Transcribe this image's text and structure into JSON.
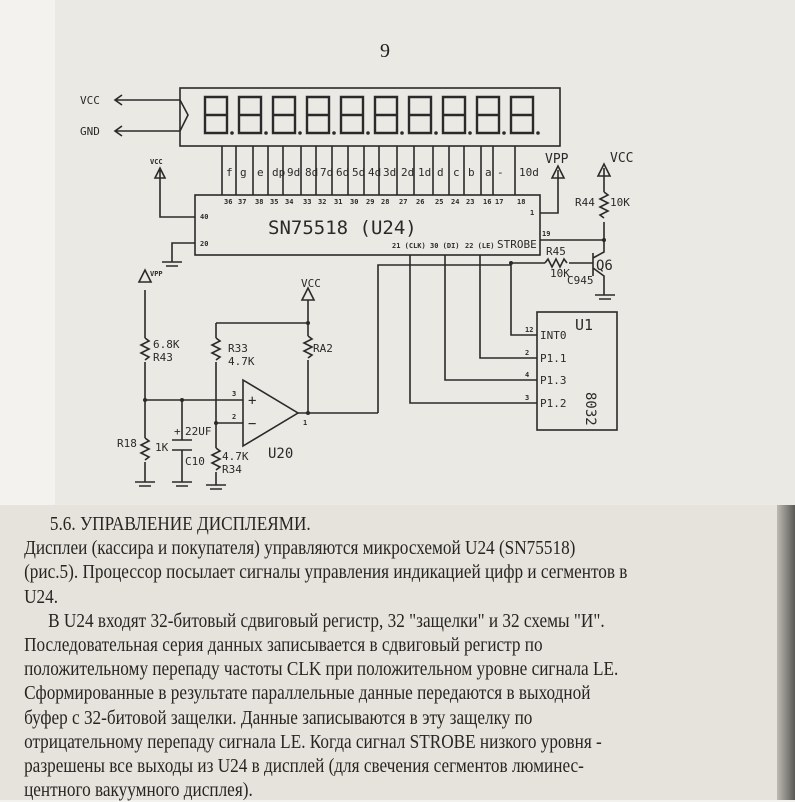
{
  "page_number": "9",
  "schematic": {
    "display": {
      "vcc": "VCC",
      "gnd": "GND",
      "digit_count": 10
    },
    "pin_labels": [
      "f",
      "g",
      "e",
      "dp",
      "9d",
      "8d",
      "7d",
      "6d",
      "5d",
      "4d",
      "3d",
      "2d",
      "1d",
      "d",
      "c",
      "b",
      "a",
      "-",
      "10d"
    ],
    "pin_numbers": [
      "36",
      "37",
      "38",
      "35",
      "34",
      "33",
      "32",
      "31",
      "30",
      "29",
      "28",
      "27",
      "26",
      "25",
      "24",
      "23",
      "16",
      "17",
      "18"
    ],
    "chip": {
      "name": "SN75518 (U24)",
      "pin40": "40",
      "pin20": "20",
      "pin1": "1",
      "pin19": "19",
      "clk": "21 (CLK)",
      "di": "30 (DI)",
      "le": "22 (LE)",
      "strobe": "STROBE"
    },
    "vcc_small": "VCC",
    "vpp_top": "VPP",
    "vcc_right": "VCC",
    "r44": "R44",
    "r44_val": "10K",
    "r45": "R45",
    "r45_val": "10K",
    "q6": "Q6",
    "q6_type": "C945",
    "u1": {
      "name": "U1",
      "part": "8032",
      "pins": [
        {
          "num": "12",
          "name": "INT0"
        },
        {
          "num": "2",
          "name": "P1.1"
        },
        {
          "num": "4",
          "name": "P1.3"
        },
        {
          "num": "3",
          "name": "P1.2"
        }
      ]
    },
    "analog": {
      "vpp": "VPP",
      "vcc": "VCC",
      "r43_val": "6.8K",
      "r43": "R43",
      "r18": "R18",
      "r18_val": "1K",
      "c10_plus": "+",
      "c10_val": "22UF",
      "c10": "C10",
      "r33": "R33",
      "r33_val": "4.7K",
      "ra2": "RA2",
      "r34_val": "4.7K",
      "r34": "R34",
      "u20": "U20",
      "pin3": "3",
      "pin2": "2",
      "pin1": "1",
      "plus": "+",
      "minus": "−"
    }
  },
  "article": {
    "title": "5.6. УПРАВЛЕНИЕ ДИСПЛЕЯМИ.",
    "lines": [
      "Дисплеи (кассира и покупателя) управляются микросхемой U24 (SN75518)",
      "(рис.5). Процессор посылает сигналы управления индикацией цифр и сегментов в",
      "U24.",
      "В U24 входят 32-битовый сдвиговый регистр, 32 \"защелки\" и 32 схемы \"И\".",
      "Последовательная серия данных записывается в сдвиговый регистр по",
      "положительному перепаду частоты CLK при положительном уровне сигнала LE.",
      "Сформированные в результате параллельные данные передаются в выходной",
      "буфер с 32-битовой защелки. Данные записываются в эту защелку по",
      "отрицательному перепаду  сигнала LE. Когда сигнал STROBE низкого уровня -",
      "разрешены все выходы из U24 в дисплей (для свечения сегментов люминес-",
      "центного вакуумного дисплея)."
    ]
  }
}
